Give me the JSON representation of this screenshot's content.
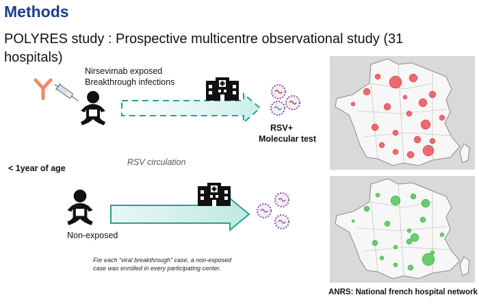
{
  "slide": {
    "title": "Methods",
    "study_line": "POLYRES study : Prospective multicentre observational study (31 hospitals)"
  },
  "exposed_group": {
    "line1": "Nirsevimab exposed",
    "line2": "Breakthrough infections"
  },
  "test_label": {
    "line1": "RSV+",
    "line2": "Molecular test"
  },
  "rsv_circulation": "RSV circulation",
  "age_label": "< 1year of age",
  "nonexposed_group": {
    "label": "Non-exposed"
  },
  "footnote": {
    "line1": "For each “viral breakthrough” case, a non-exposed",
    "line2": "case was enrolled in every participating center."
  },
  "network_label": "ANRS: National french hospital network",
  "colors": {
    "title_blue": "#1b3c8f",
    "arrow_teal": "#2a9d8f",
    "map_red": "#e8474d",
    "map_green": "#45c24a",
    "virus_purple": "#8b5aa8"
  },
  "icons": [
    "antibody-icon",
    "syringe-icon",
    "baby-icon",
    "hospital-icon",
    "virus-icon",
    "france-map-icon"
  ]
}
